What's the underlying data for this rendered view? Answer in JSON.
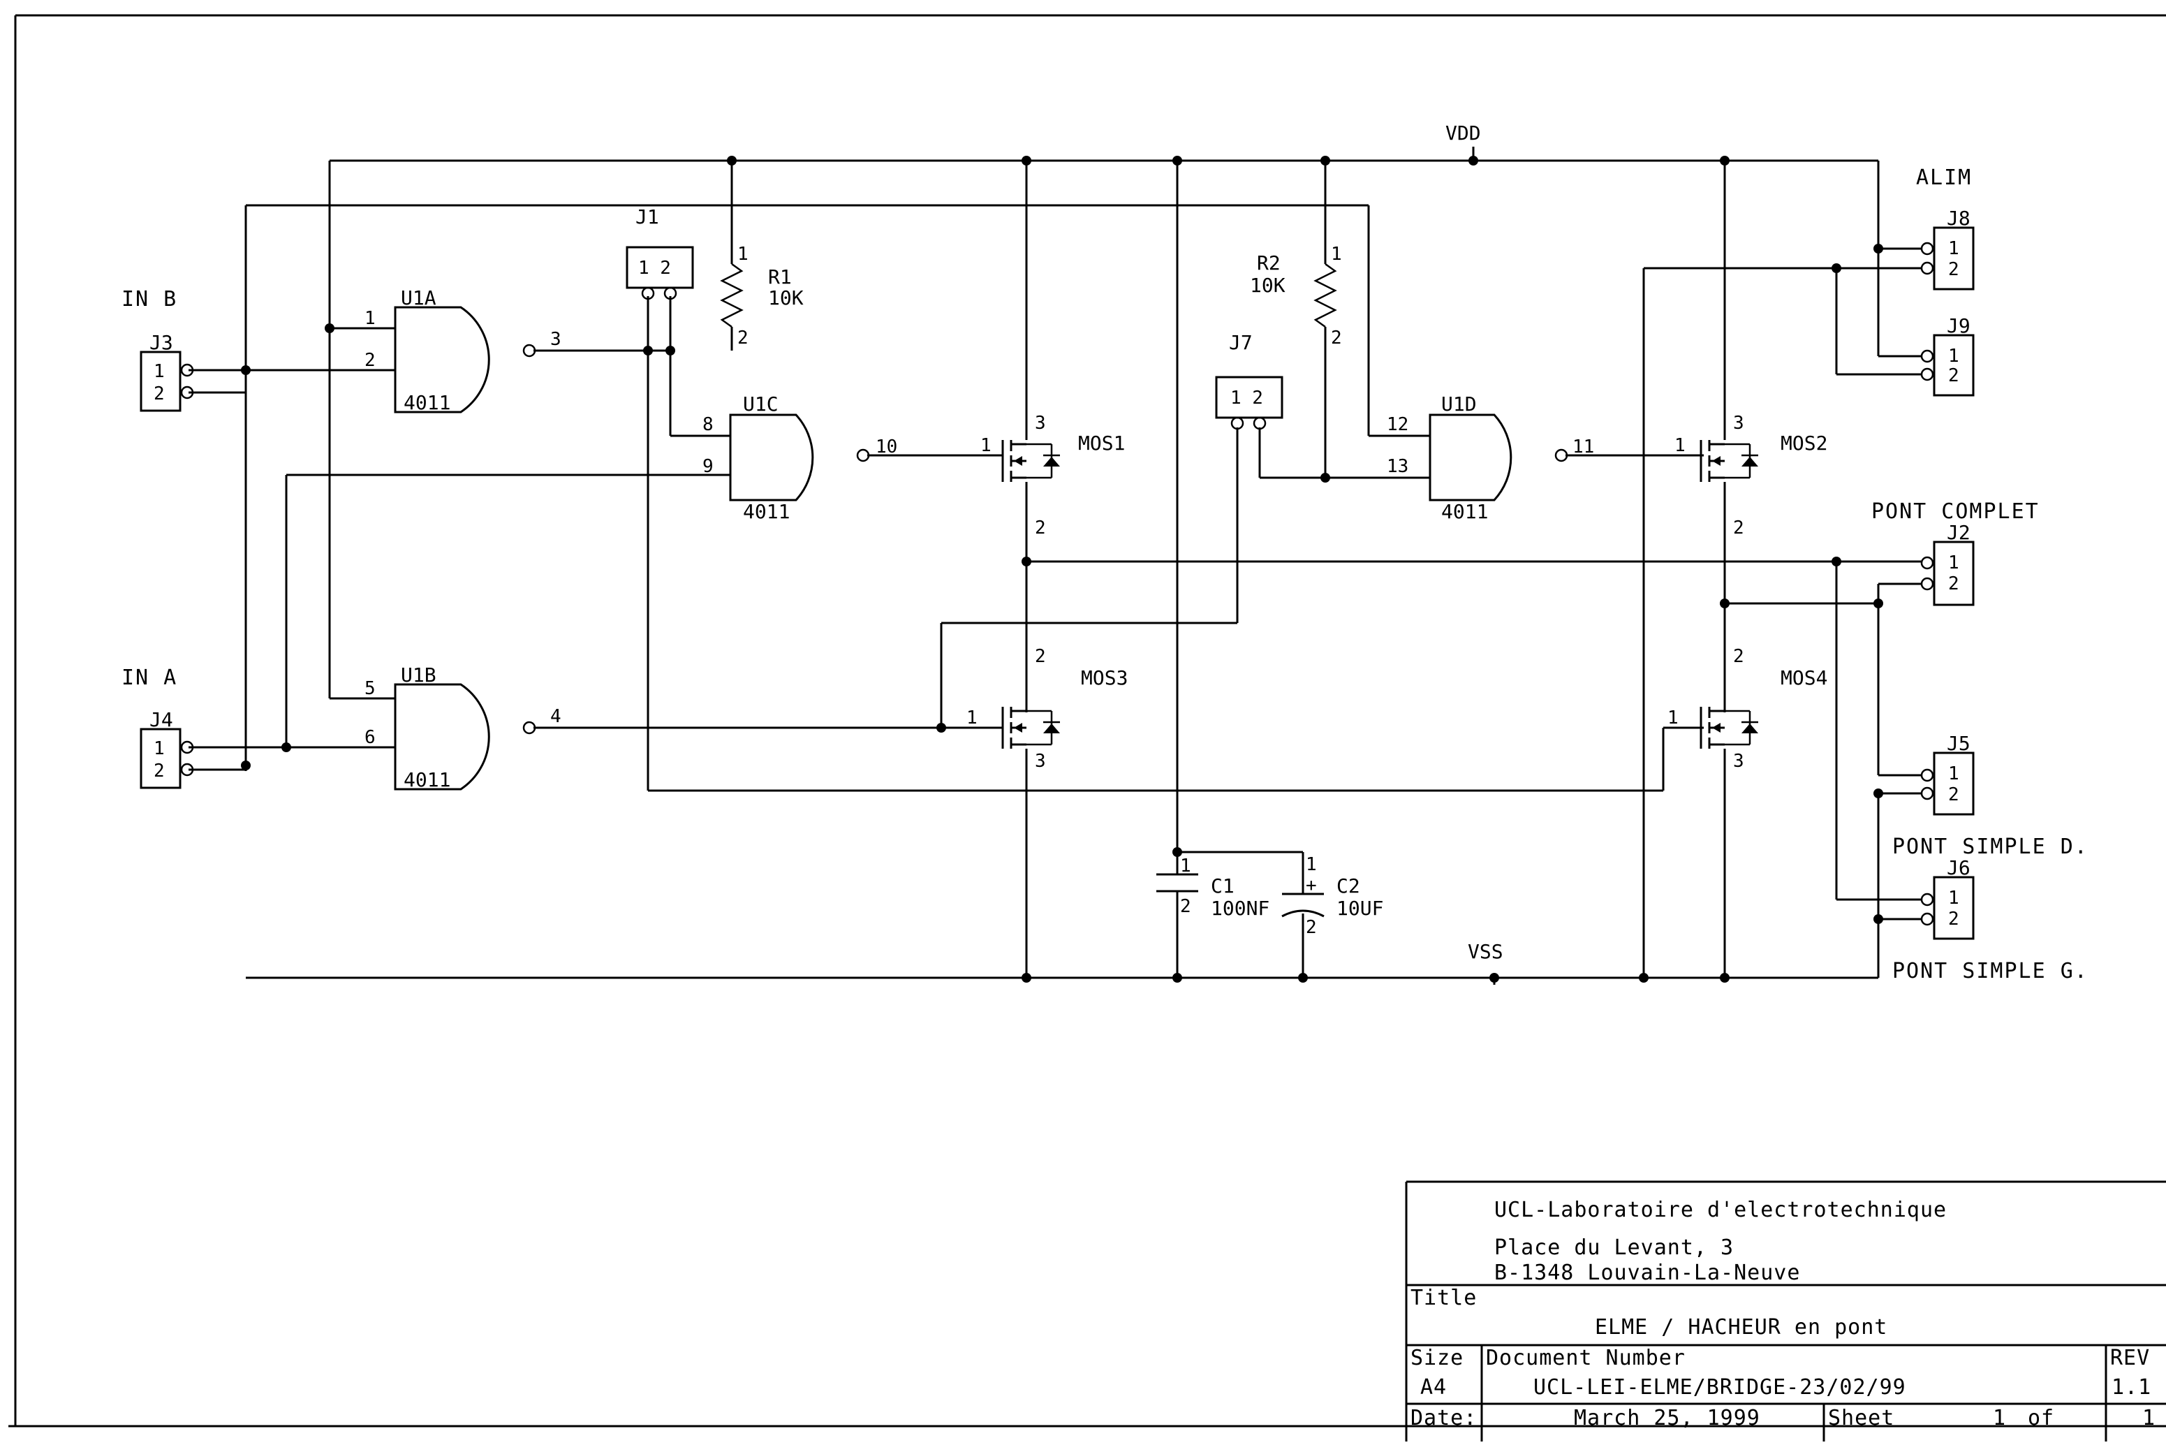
{
  "nets": {
    "vdd": "VDD",
    "vss": "VSS"
  },
  "connectors": {
    "in_b": {
      "title": "IN B",
      "ref": "J3",
      "pin1": "1",
      "pin2": "2"
    },
    "in_a": {
      "title": "IN A",
      "ref": "J4",
      "pin1": "1",
      "pin2": "2"
    },
    "j1": {
      "ref": "J1",
      "pins": "1 2"
    },
    "j7": {
      "ref": "J7",
      "pins": "1 2"
    },
    "j8": {
      "ref": "J8",
      "pin1": "1",
      "pin2": "2"
    },
    "j9": {
      "ref": "J9",
      "pin1": "1",
      "pin2": "2"
    },
    "j2": {
      "ref": "J2",
      "pin1": "1",
      "pin2": "2"
    },
    "j5": {
      "ref": "J5",
      "pin1": "1",
      "pin2": "2"
    },
    "j6": {
      "ref": "J6",
      "pin1": "1",
      "pin2": "2"
    }
  },
  "section_labels": {
    "alim": "ALIM",
    "pont_complet": "PONT COMPLET",
    "pont_simple_d": "PONT SIMPLE D.",
    "pont_simple_g": "PONT SIMPLE G."
  },
  "gates": {
    "u1a": {
      "ref": "U1A",
      "part": "4011",
      "in1": "1",
      "in2": "2",
      "out": "3"
    },
    "u1b": {
      "ref": "U1B",
      "part": "4011",
      "in1": "5",
      "in2": "6",
      "out": "4"
    },
    "u1c": {
      "ref": "U1C",
      "part": "4011",
      "in1": "8",
      "in2": "9",
      "out": "10"
    },
    "u1d": {
      "ref": "U1D",
      "part": "4011",
      "in1": "12",
      "in2": "13",
      "out": "11"
    }
  },
  "resistors": {
    "r1": {
      "ref": "R1",
      "value": "10K",
      "pin1": "1",
      "pin2": "2"
    },
    "r2": {
      "ref": "R2",
      "value": "10K",
      "pin1": "1",
      "pin2": "2"
    }
  },
  "capacitors": {
    "c1": {
      "ref": "C1",
      "value": "100NF",
      "pin1": "1",
      "pin2": "2"
    },
    "c2": {
      "ref": "C2",
      "value": "10UF",
      "pin1": "1",
      "pin2": "2",
      "plus": "+"
    }
  },
  "mosfets": {
    "mos1": {
      "ref": "MOS1",
      "gate": "1",
      "drain": "3",
      "source": "2"
    },
    "mos2": {
      "ref": "MOS2",
      "gate": "1",
      "drain": "3",
      "source": "2"
    },
    "mos3": {
      "ref": "MOS3",
      "gate": "1",
      "drain": "2",
      "source": "3"
    },
    "mos4": {
      "ref": "MOS4",
      "gate": "1",
      "drain": "2",
      "source": "3"
    }
  },
  "title_block": {
    "org_line1": "UCL-Laboratoire d'electrotechnique",
    "org_line2": "Place du Levant, 3",
    "org_line3": "B-1348 Louvain-La-Neuve",
    "title_label": "Title",
    "title": "ELME / HACHEUR en pont",
    "size_label": "Size",
    "size": "A4",
    "docnum_label": "Document Number",
    "docnum": "UCL-LEI-ELME/BRIDGE-23/02/99",
    "rev_label": "REV",
    "rev": "1.1",
    "date_label": "Date:",
    "date": "March 25, 1999",
    "sheet_label": "Sheet",
    "sheet": "1",
    "of_label": "of",
    "sheets_total": "1"
  }
}
